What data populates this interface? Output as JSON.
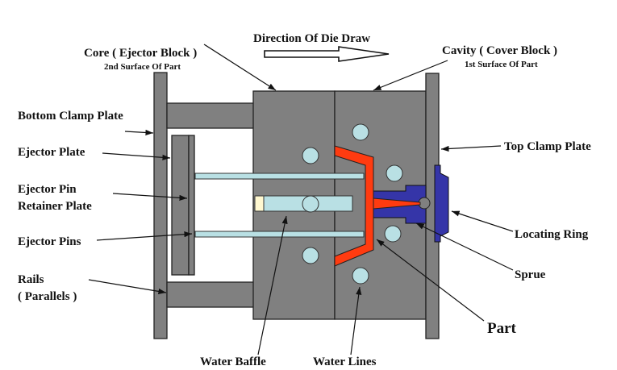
{
  "labels": {
    "direction": "Direction Of Die Draw",
    "core": "Core ( Ejector Block )",
    "core_sub": "2nd Surface Of Part",
    "cavity": "Cavity ( Cover Block )",
    "cavity_sub": "1st Surface Of Part",
    "bottom_clamp": "Bottom Clamp Plate",
    "ejector_plate": "Ejector Plate",
    "retainer_1": "Ejector Pin",
    "retainer_2": "Retainer Plate",
    "ejector_pins": "Ejector Pins",
    "rails_1": "Rails",
    "rails_2": "( Parallels )",
    "top_clamp": "Top Clamp Plate",
    "locating_ring": "Locating Ring",
    "sprue": "Sprue",
    "part": "Part",
    "water_baffle": "Water Baffle",
    "water_lines": "Water Lines"
  },
  "colors": {
    "plate": "#808080",
    "part": "#ff3b10",
    "sprue_bush": "#3535a8",
    "water": "#b9e0e4",
    "baffle_plug": "#fff8d0"
  }
}
